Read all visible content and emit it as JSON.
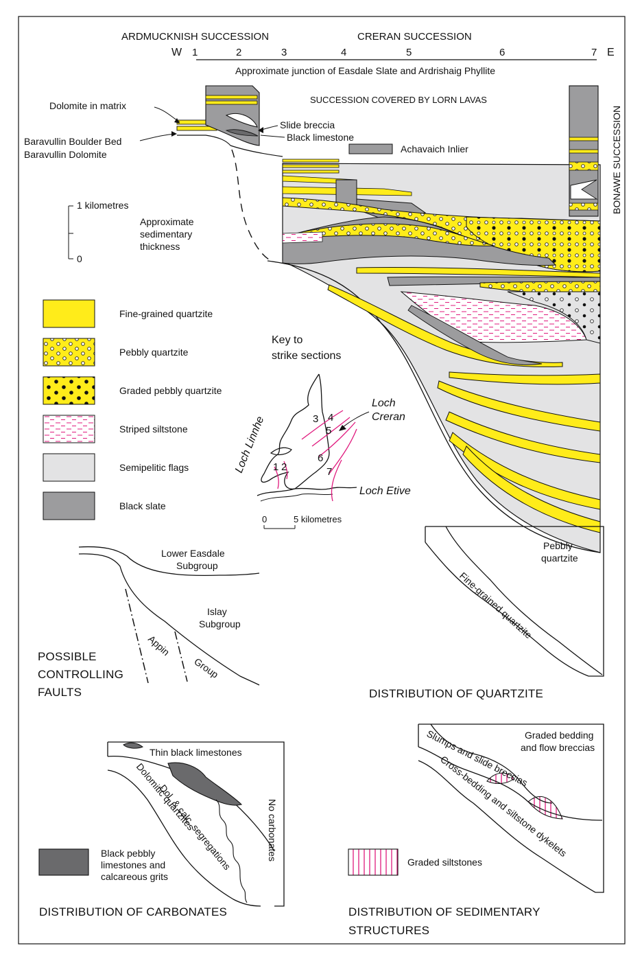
{
  "colors": {
    "quartzite": "#ffec1a",
    "semipelitic": "#e3e3e4",
    "black_slate": "#9c9c9e",
    "dark_limestone": "#6a6a6c",
    "siltstone": "#e0197d",
    "outline": "#111111"
  },
  "header": {
    "ardmucknish": "ARDMUCKNISH SUCCESSION",
    "creran": "CRERAN SUCCESSION",
    "west": "W",
    "east": "E",
    "section_numbers": [
      "1",
      "2",
      "3",
      "4",
      "5",
      "6",
      "7"
    ],
    "junction": "Approximate junction of Easdale Slate and Ardrishaig Phyllite",
    "covered": "SUCCESSION COVERED BY LORN LAVAS",
    "bonawe": "BONAWE SUCCESSION"
  },
  "section_labels": {
    "dolomite_matrix": "Dolomite in matrix",
    "boulder_bed": "Baravullin Boulder Bed",
    "baravullin_dolomite": "Baravullin Dolomite",
    "slide_breccia": "Slide breccia",
    "black_limestone": "Black limestone",
    "achavaich": "Achavaich Inlier"
  },
  "scale": {
    "top": "1 kilometres",
    "bottom": "0",
    "caption_line1": "Approximate",
    "caption_line2": "sedimentary",
    "caption_line3": "thickness"
  },
  "legend": [
    {
      "label": "Fine-grained quartzite",
      "pattern": "quartzite"
    },
    {
      "label": "Pebbly quartzite",
      "pattern": "pebbly"
    },
    {
      "label": "Graded pebbly quartzite",
      "pattern": "graded"
    },
    {
      "label": "Striped siltstone",
      "pattern": "striped"
    },
    {
      "label": "Semipelitic flags",
      "pattern": "semipelitic"
    },
    {
      "label": "Black slate",
      "pattern": "slate"
    }
  ],
  "key_map": {
    "title_line1": "Key to",
    "title_line2": "strike sections",
    "loch_linnhe": "Loch Linnhe",
    "loch_creran_1": "Loch",
    "loch_creran_2": "Creran",
    "loch_etive": "Loch Etive",
    "numbers": [
      "1",
      "2",
      "3",
      "4",
      "5",
      "6",
      "7"
    ],
    "scale_zero": "0",
    "scale_five": "5 kilometres"
  },
  "faults_panel": {
    "lower_easdale_1": "Lower Easdale",
    "lower_easdale_2": "Subgroup",
    "islay_1": "Islay",
    "islay_2": "Subgroup",
    "appin": "Appin",
    "group": "Group",
    "title_1": "POSSIBLE",
    "title_2": "CONTROLLING",
    "title_3": "FAULTS"
  },
  "quartzite_panel": {
    "pebbly_1": "Pebbly",
    "pebbly_2": "quartzite",
    "fine": "Fine-grained quartzite",
    "title": "DISTRIBUTION OF QUARTZITE"
  },
  "carbonates_panel": {
    "thin_black": "Thin black limestones",
    "dolomitic": "Dolomitic quartzites",
    "dol_calc": "Dol. & calc. segregations",
    "no_carbonates": "No carbonates",
    "legend_1": "Black pebbly",
    "legend_2": "limestones and",
    "legend_3": "calcareous grits",
    "title": "DISTRIBUTION OF CARBONATES"
  },
  "structures_panel": {
    "graded_1": "Graded bedding",
    "graded_2": "and flow breccias",
    "slumps": "Slumps and slide breccias",
    "cross": "Cross-bedding and siltstone dykelets",
    "legend": "Graded siltstones",
    "title_1": "DISTRIBUTION OF SEDIMENTARY",
    "title_2": "STRUCTURES"
  }
}
